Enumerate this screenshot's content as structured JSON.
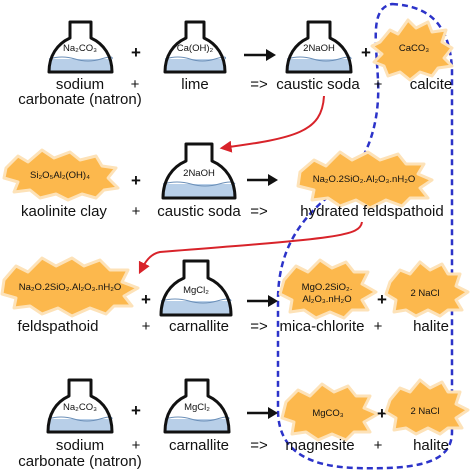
{
  "rows": [
    {
      "reactants": [
        {
          "kind": "flask",
          "formula": "Na₂CO₃",
          "label_lines": [
            "sodium",
            "carbonate (natron)"
          ]
        },
        {
          "kind": "flask",
          "formula": "Ca(OH)₂",
          "label_lines": [
            "lime"
          ]
        }
      ],
      "products": [
        {
          "kind": "flask",
          "formula": "2NaOH",
          "label_lines": [
            "caustic soda"
          ]
        },
        {
          "kind": "blob",
          "formula_lines": [
            "CaCO₃"
          ],
          "label_lines": [
            "calcite"
          ]
        }
      ],
      "operators": [
        "+",
        "+",
        "=>",
        "+"
      ]
    },
    {
      "reactants": [
        {
          "kind": "blob",
          "formula_lines": [
            "Si₂O₅Al₂(OH)₄"
          ],
          "label_lines": [
            "kaolinite clay"
          ]
        },
        {
          "kind": "flask",
          "formula": "2NaOH",
          "label_lines": [
            "caustic soda"
          ]
        }
      ],
      "products": [
        {
          "kind": "blob",
          "formula_lines": [
            "Na₂O.2SiO₂.Al₂O₃.nH₂O"
          ],
          "label_lines": [
            "hydrated feldspathoid"
          ]
        }
      ],
      "operators": [
        "+",
        "+",
        "=>"
      ]
    },
    {
      "reactants": [
        {
          "kind": "blob",
          "formula_lines": [
            "Na₂O.2SiO₂.Al₂O₃.nH₂O"
          ],
          "label_lines": [
            "feldspathoid"
          ]
        },
        {
          "kind": "flask",
          "formula": "MgCl₂",
          "label_lines": [
            "carnallite"
          ]
        }
      ],
      "products": [
        {
          "kind": "blob",
          "formula_lines": [
            "MgO.2SiO₂.",
            "Al₂O₃.nH₂O"
          ],
          "label_lines": [
            "mica-chlorite"
          ]
        },
        {
          "kind": "blob",
          "formula_lines": [
            "2 NaCl"
          ],
          "label_lines": [
            "halite"
          ]
        }
      ],
      "operators": [
        "+",
        "+",
        "+",
        "=>",
        "+"
      ]
    },
    {
      "reactants": [
        {
          "kind": "flask",
          "formula": "Na₂CO₃",
          "label_lines": [
            "sodium",
            "carbonate (natron)"
          ]
        },
        {
          "kind": "flask",
          "formula": "MgCl₂",
          "label_lines": [
            "carnallite"
          ]
        }
      ],
      "products": [
        {
          "kind": "blob",
          "formula_lines": [
            "MgCO₃"
          ],
          "label_lines": [
            "magnesite"
          ]
        },
        {
          "kind": "blob",
          "formula_lines": [
            "2 NaCl"
          ],
          "label_lines": [
            "halite"
          ]
        }
      ],
      "operators": [
        "+",
        "+",
        "=>",
        "+"
      ]
    }
  ],
  "colors": {
    "blob_fill": "#fcb84d",
    "blob_edge": "#fde2b8",
    "liquid": "#b8cfe8",
    "flask_stroke": "#111111",
    "link_arrow": "#d8232a",
    "boundary": "#2c33c9",
    "text": "#111111"
  }
}
